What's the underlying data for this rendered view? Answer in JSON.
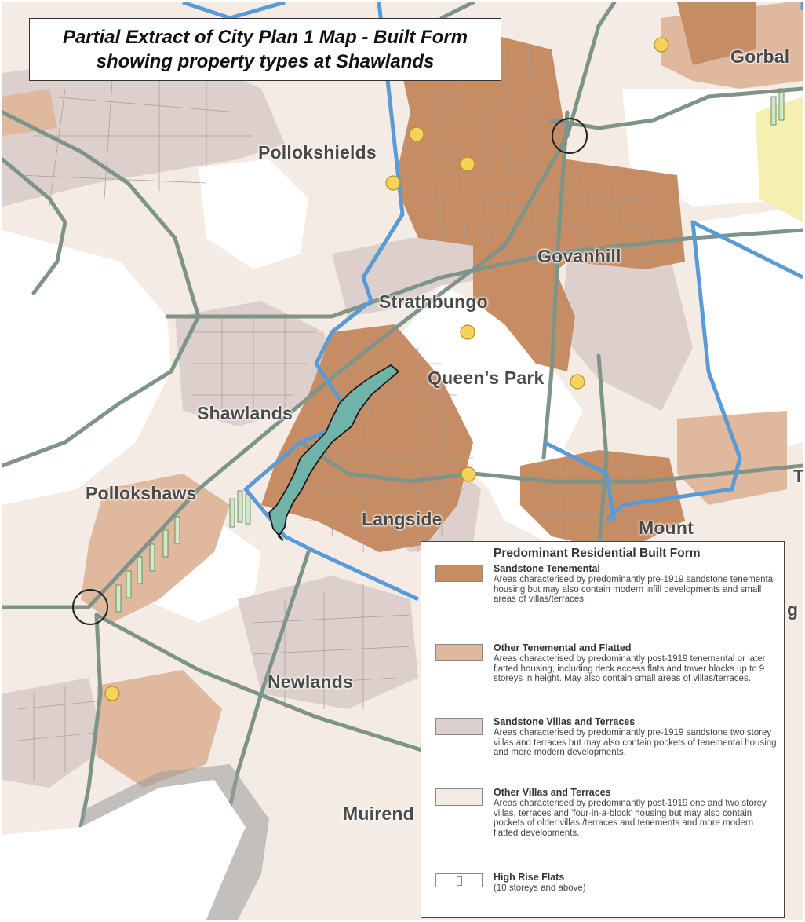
{
  "title": {
    "line1": "Partial Extract of City Plan 1 Map - Built Form",
    "line2": "showing property types at Shawlands"
  },
  "colors": {
    "sandstone_tenemental": "#c68d65",
    "other_tenemental_flatted": "#e0b89e",
    "sandstone_villas_terraces": "#ddd0cc",
    "other_villas_terraces": "#f4ece4",
    "boundary": "#5a9bd5",
    "roads": "#7f9488",
    "study_area": "#6fb3a9"
  },
  "places": {
    "pollokshields": "Pollokshields",
    "govanhill": "Govanhill",
    "strathbungo": "Strathbungo",
    "queens_park": "Queen's Park",
    "shawlands": "Shawlands",
    "pollokshaws": "Pollokshaws",
    "langside": "Langside",
    "mount": "Mount",
    "newlands": "Newlands",
    "muirend": "Muirend",
    "gorbal": "Gorbal",
    "edge_t": "T",
    "edge_g": "g"
  },
  "legend": {
    "title": "Predominant Residential Built Form",
    "items": [
      {
        "name": "Sandstone Tenemental",
        "description": "Areas characterised by predominantly pre-1919 sandstone tenemental housing but may also contain modern infill developments and small areas of villas/terraces."
      },
      {
        "name": "Other Tenemental and Flatted",
        "description": "Areas characterised by predominantly post-1919 tenemental or later flatted housing, including deck access flats and tower blocks up to 9 storeys in height. May also contain small areas of villas/terraces."
      },
      {
        "name": "Sandstone Villas and Terraces",
        "description": "Areas characterised by predominantly pre-1919 sandstone two storey villas and terraces but may also contain pockets of tenemental housing and more modern developments."
      },
      {
        "name": "Other Villas and Terraces",
        "description": "Areas characterised by predominantly post-1919 one and two storey villas, terraces and 'four-in-a-block' housing but may also contain pockets of older villas /terraces and tenements and more modern flatted developments."
      },
      {
        "name": "High Rise Flats",
        "description": "(10 storeys and above)"
      }
    ]
  }
}
